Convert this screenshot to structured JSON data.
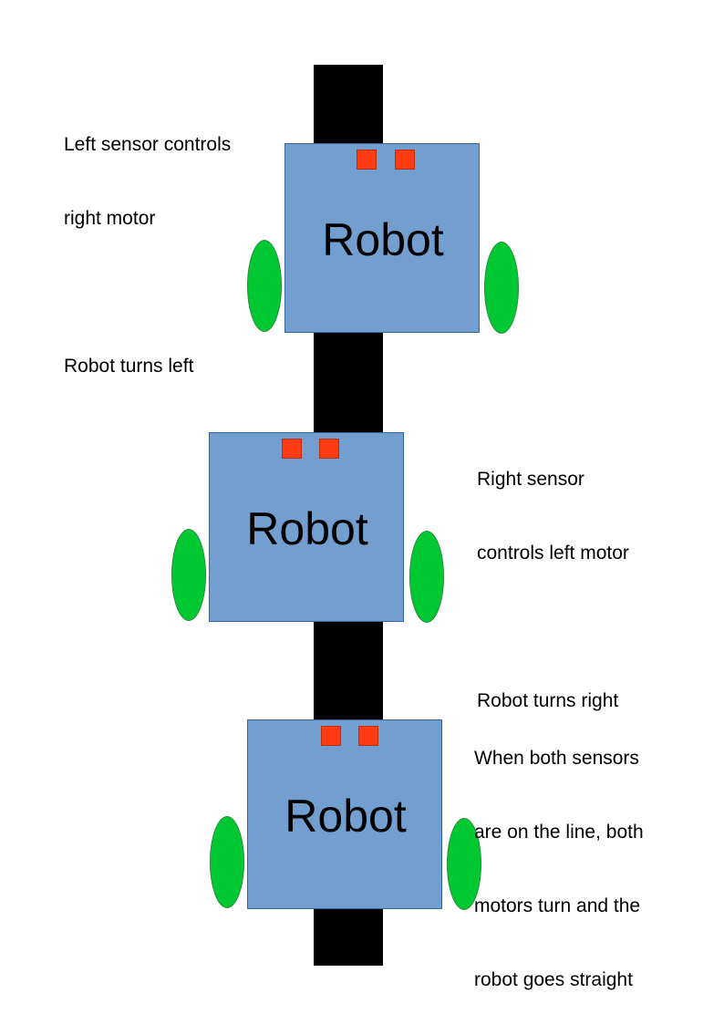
{
  "robot_label": "Robot",
  "notes": {
    "top": {
      "line1": "Left sensor controls",
      "line2": "right motor",
      "line3": "Robot turns left"
    },
    "middle": {
      "line1": "Right sensor",
      "line2": "controls left motor",
      "line3": "Robot turns right"
    },
    "bottom": {
      "line1": "When both sensors",
      "line2": "are on the line, both",
      "line3": "motors turn and the",
      "line4": "robot goes straight"
    }
  },
  "colors": {
    "track": "#000000",
    "robot_body": "#729fcf",
    "sensor": "#ff3b11",
    "wheel": "#00c832"
  }
}
